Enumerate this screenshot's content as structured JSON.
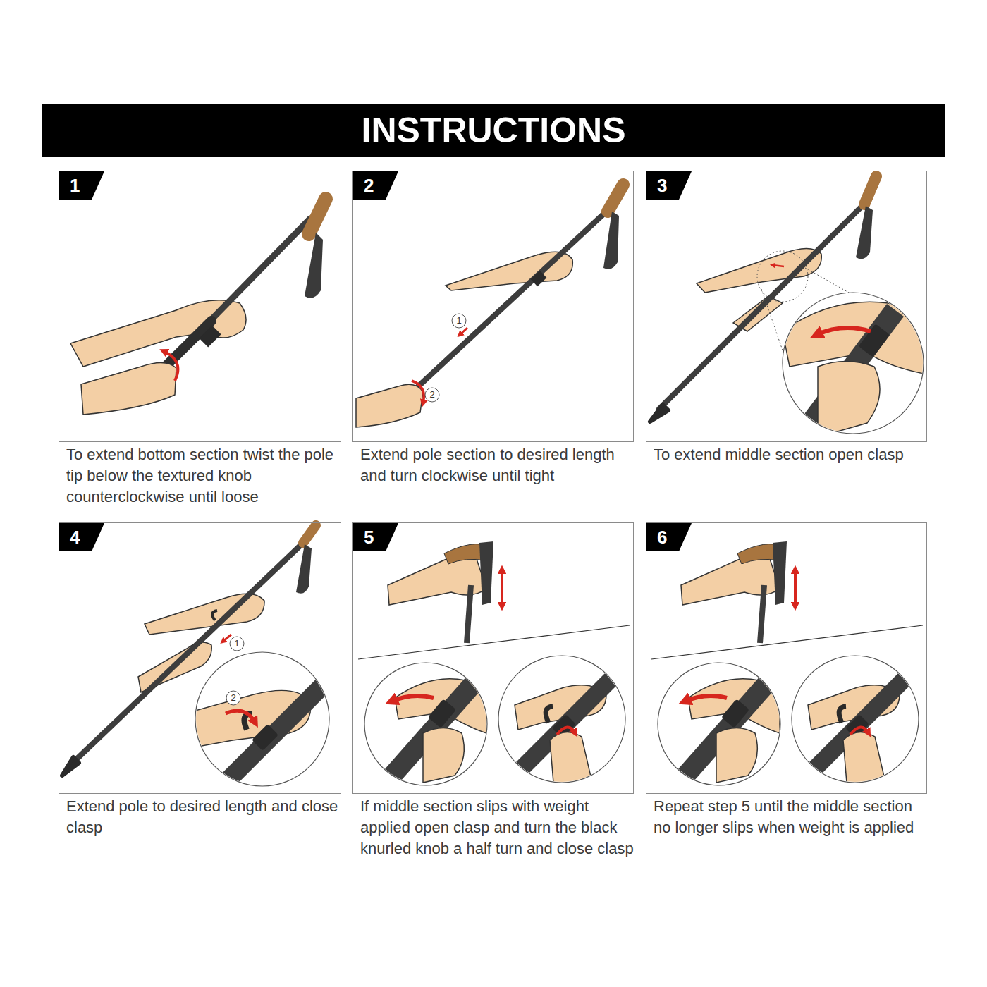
{
  "diagram": {
    "title": "INSTRUCTIONS",
    "nodes": [
      {
        "text": [
          "1",
          "To extend bottom section twist the pole tip below the textured knob counterclockwise until loose"
        ]
      },
      {
        "text": [
          "2",
          "Extend pole section to desired length and turn clockwise until tight"
        ]
      },
      {
        "text": [
          "3",
          "To extend middle section open clasp"
        ]
      },
      {
        "text": [
          "4",
          "Extend pole to desired length and close clasp"
        ]
      },
      {
        "text": [
          "5",
          "If middle section slips with weight applied open clasp and turn the black knurled knob a half turn and close clasp"
        ]
      },
      {
        "text": [
          "6",
          "Repeat step 5 until the middle section no longer slips when weight is applied"
        ]
      }
    ],
    "labels": [
      "1",
      "2",
      "1",
      "2"
    ]
  }
}
